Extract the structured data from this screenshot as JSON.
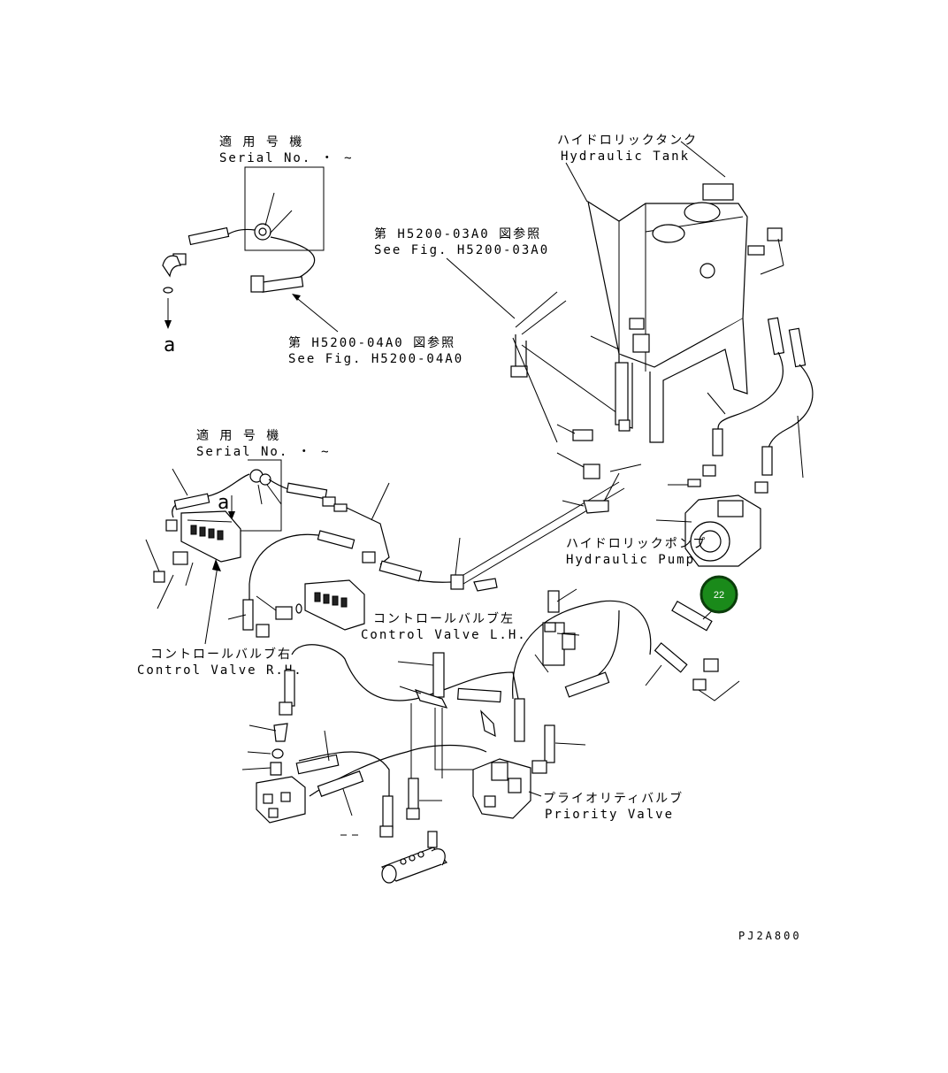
{
  "labels": {
    "serial_top_jp": "適 用 号 機",
    "serial_top_en": "Serial No.  ・  ~",
    "serial_mid_jp": "適 用 号 機",
    "serial_mid_en": "Serial No.  ・  ~",
    "tank_jp": "ハイドロリックタンク",
    "tank_en": "Hydraulic Tank",
    "fig03_jp": "第 H5200-03A0 図参照",
    "fig03_en": "See Fig. H5200-03A0",
    "fig04_jp": "第 H5200-04A0 図参照",
    "fig04_en": "See Fig. H5200-04A0",
    "marker_a_top": "a",
    "marker_a_mid": "a",
    "pump_jp": "ハイドロリックポンプ",
    "pump_en": "Hydraulic Pump",
    "cv_left_jp": "コントロールバルブ左",
    "cv_left_en": "Control Valve L.H.",
    "cv_right_jp": "コントロールバルブ右",
    "cv_right_en": "Control Valve R.H.",
    "priority_jp": "プライオリティバルブ",
    "priority_en": "Priority Valve",
    "drawing_code": "PJ2A800",
    "callout_number": "22"
  },
  "colors": {
    "callout_fill": "#1a8a1a",
    "callout_ring": "#0b3d0b",
    "line": "#000000",
    "background": "#ffffff"
  }
}
